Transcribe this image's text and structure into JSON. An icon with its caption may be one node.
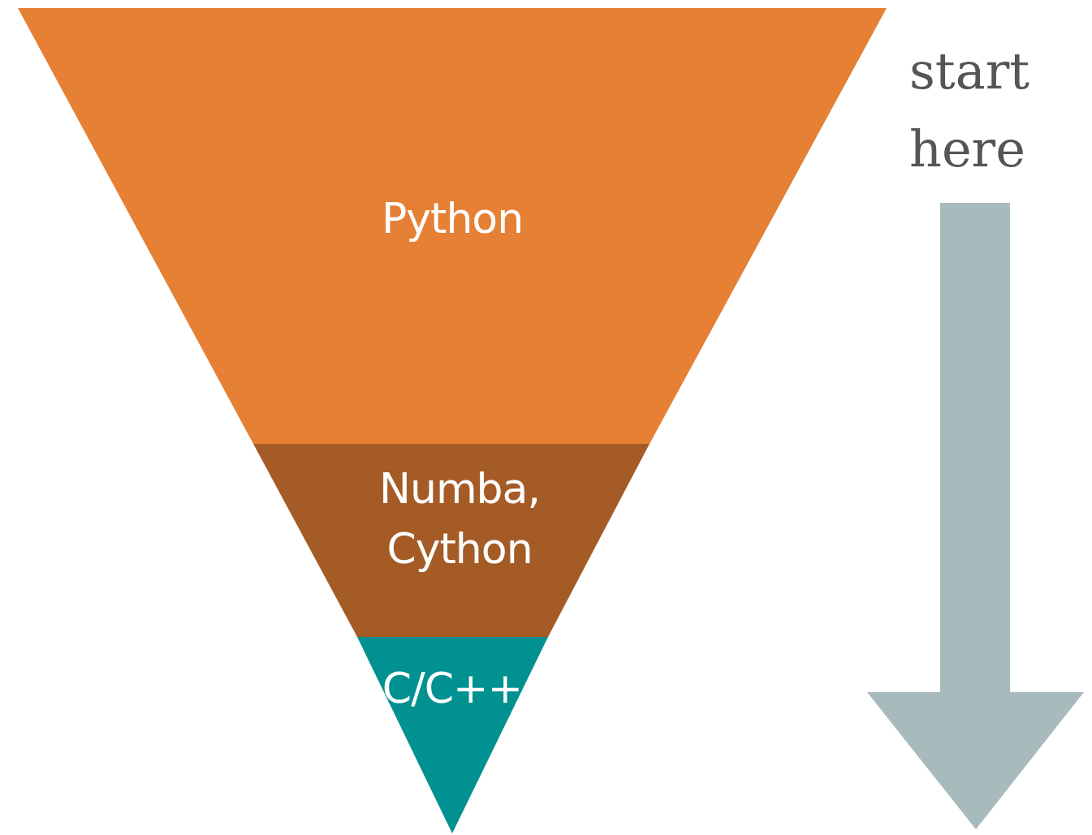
{
  "diagram": {
    "nodes": [
      {
        "text": [
          "Python"
        ]
      },
      {
        "text": [
          "Numba, Cython"
        ]
      },
      {
        "text": [
          "C/C++"
        ]
      }
    ],
    "labels": [
      "start here"
    ]
  }
}
